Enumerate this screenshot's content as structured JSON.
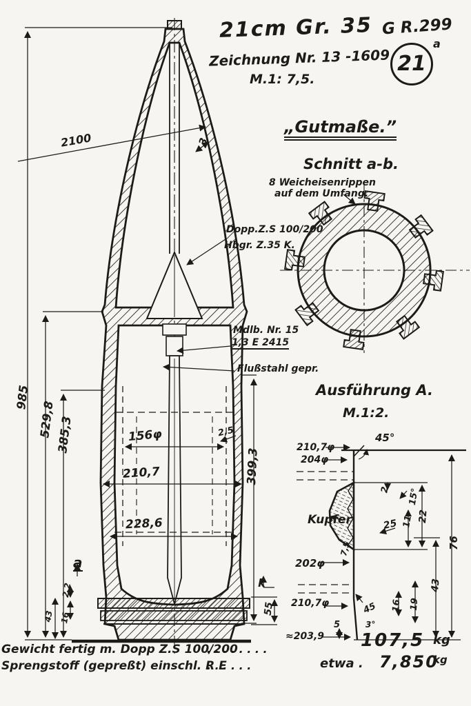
{
  "page": {
    "bg": "#f6f5f1",
    "ink": "#1c1b18"
  },
  "title_block": {
    "title": "21cm Gr. 35",
    "drawing_no": "Zeichnung Nr. 13 -1609",
    "scale": "M.1: 7,5.",
    "stamp_text": "G R.299",
    "stamp_number": "21",
    "stamp_suffix": "a"
  },
  "headings": {
    "gutmasse": "„Gutmaße.”",
    "schnitt": "Schnitt a-b.",
    "ausfuehrung": "Ausführung A.",
    "detail_scale": "M.1:2."
  },
  "callouts": {
    "ribs_line1": "8 Weicheisenrippen",
    "ribs_line2": "auf dem Umfang.",
    "fuze_line1": "Dopp.Z.S 100/200",
    "fuze_line2": "Hbgr. Z.35 K.",
    "detonator_line1": "Mdlb. Nr. 15",
    "detonator_line2": "1,3 E 2415",
    "steel": "Flußstahl gepr.",
    "kupfer": "Kupfer"
  },
  "dims_main": {
    "radius": "2100",
    "length_total": "985",
    "length_529": "529,8",
    "length_385": "385,3",
    "wall": "3",
    "dia_156": "156φ",
    "dia_210": "210,7",
    "dia_228": "228,6",
    "step_2_5": "2,5",
    "length_399": "399,3",
    "base_55": "55",
    "mark_k": "k",
    "mark_a": "a",
    "base_2_2": "2,2",
    "base_43": "43",
    "base_16": "16"
  },
  "dims_detail": {
    "dia_210_top": "210,7φ",
    "dia_204": "204φ",
    "angle_45_top": "45°",
    "w_2": "2",
    "angle_15": "15°",
    "h_11": "11",
    "h_22": "22",
    "t_25": "25",
    "h_7_5": "7,5",
    "dia_202": "202φ",
    "h_76": "76",
    "h_43": "43",
    "h_19": "19",
    "h_16": "16",
    "angle_45_low": "45",
    "w_5": "5",
    "angle_3": "3°",
    "dia_210_low": "210,7φ",
    "dia_203_9": "≈203,9"
  },
  "footer": {
    "weight_label": "Gewicht fertig m. Dopp Z.S 100/200",
    "weight_dots": ". . .  .  .  .  .  .",
    "weight_value": "107,5",
    "weight_unit": "kg",
    "explosive_label": "Sprengstoff (gepreßt) einschl. R E",
    "explosive_dots": ". . . .  .  .",
    "explosive_etwa": "etwa .",
    "explosive_value": "7,850",
    "explosive_unit": "kg"
  }
}
